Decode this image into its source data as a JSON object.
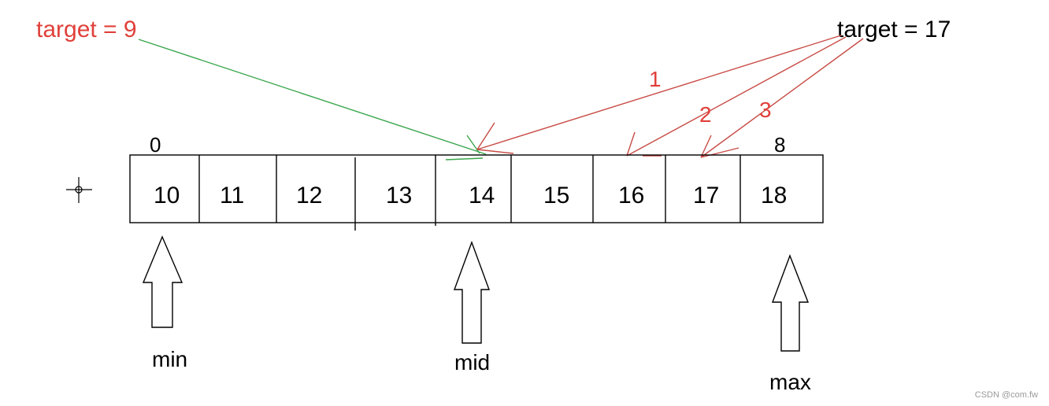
{
  "target_left": "target = 9",
  "target_right": "target = 17",
  "step_labels": [
    "1",
    "2",
    "3"
  ],
  "index_start": "0",
  "index_end": "8",
  "array_values": [
    "10",
    "11",
    "12",
    "13",
    "14",
    "15",
    "16",
    "17",
    "18"
  ],
  "pointers": [
    "min",
    "mid",
    "max"
  ],
  "watermark": "CSDN @com.fw",
  "colors": {
    "red": "#e0403a",
    "green": "#3aa64c",
    "line": "#000000",
    "arrow_red": "#c84b45"
  }
}
